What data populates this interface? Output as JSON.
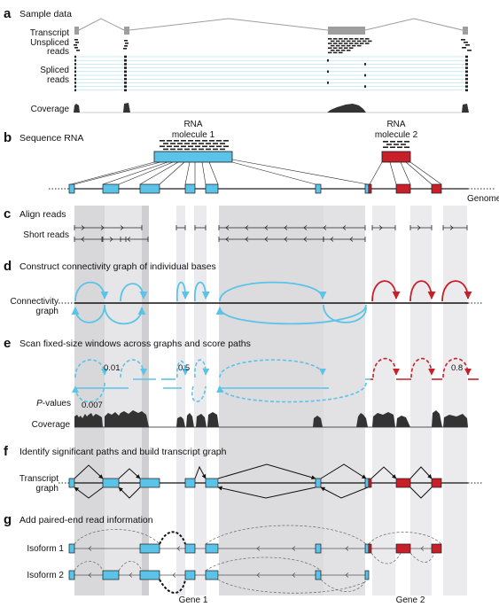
{
  "panels": {
    "a": {
      "letter": "a",
      "title": "Sample data",
      "transcript": "Transcript",
      "unspliced": [
        "Unspliced",
        "reads"
      ],
      "spliced": [
        "Spliced",
        "reads"
      ],
      "coverage": "Coverage"
    },
    "b": {
      "letter": "b",
      "title": "Sequence RNA",
      "rna1": [
        "RNA",
        "molecule 1"
      ],
      "rna2": [
        "RNA",
        "molecule 2"
      ],
      "genome": "Genome"
    },
    "c": {
      "letter": "c",
      "title": "Align reads",
      "short_reads": "Short reads"
    },
    "d": {
      "letter": "d",
      "title": "Construct connectivity graph of individual bases",
      "graph": [
        "Connectivity",
        "graph"
      ]
    },
    "e": {
      "letter": "e",
      "title": "Scan fixed-size windows across graphs and score paths",
      "pvalues_p": "P",
      "pvalues_rest": "-values",
      "coverage": "Coverage",
      "values": [
        "0.01",
        "0.5",
        "0.8",
        "0.007"
      ]
    },
    "f": {
      "letter": "f",
      "title": "Identify significant paths and build transcript graph",
      "graph": [
        "Transcript",
        "graph"
      ]
    },
    "g": {
      "letter": "g",
      "title": "Add paired-end read information",
      "isoform1": "Isoform 1",
      "isoform2": "Isoform 2",
      "gene1": "Gene 1",
      "gene2": "Gene 2"
    }
  },
  "colors": {
    "blue": "#5bc3e8",
    "red": "#c8202a",
    "band_dark": "#d8d8da",
    "band_light": "#ebebed",
    "grey": "#9e9e9e"
  }
}
